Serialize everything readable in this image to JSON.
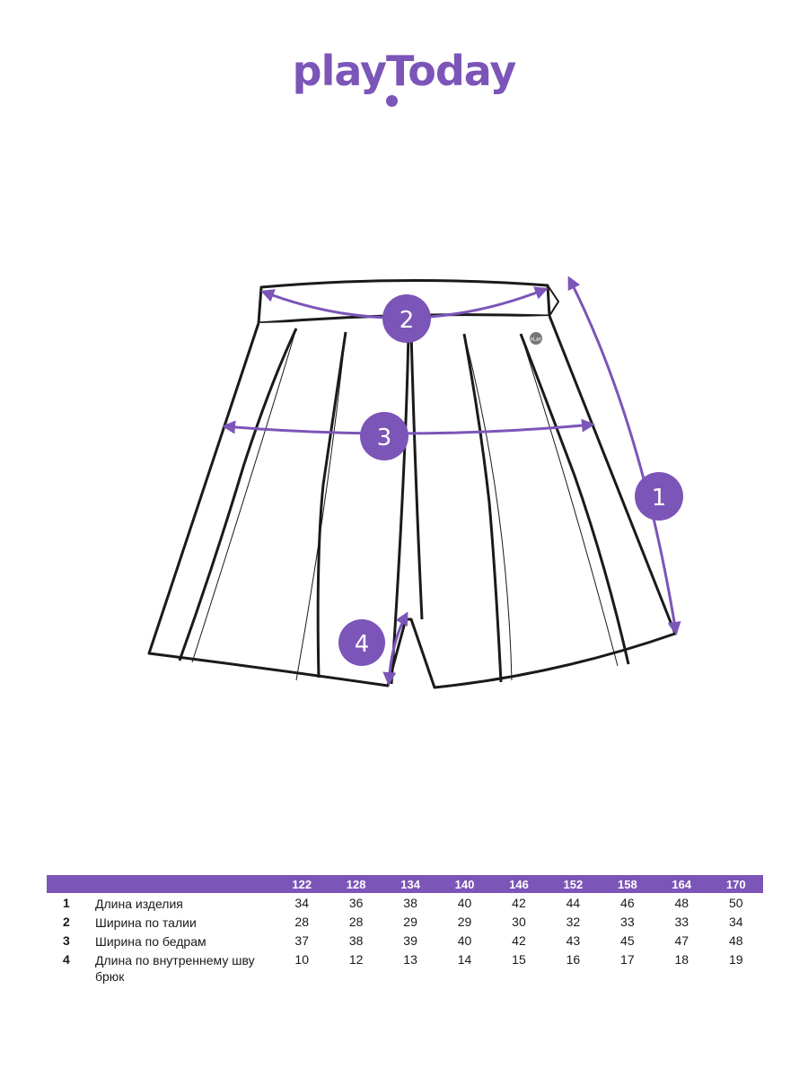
{
  "brand": {
    "logo_text": "playToday",
    "color": "#7c55b8"
  },
  "diagram": {
    "markers": [
      {
        "id": "1",
        "label": "1"
      },
      {
        "id": "2",
        "label": "2"
      },
      {
        "id": "3",
        "label": "3"
      },
      {
        "id": "4",
        "label": "4"
      }
    ],
    "button_badge": "PLAY"
  },
  "size_table": {
    "header_color": "#7c55b8",
    "sizes": [
      "122",
      "128",
      "134",
      "140",
      "146",
      "152",
      "158",
      "164",
      "170"
    ],
    "rows": [
      {
        "num": "1",
        "name": "Длина изделия",
        "values": [
          "34",
          "36",
          "38",
          "40",
          "42",
          "44",
          "46",
          "48",
          "50"
        ]
      },
      {
        "num": "2",
        "name": "Ширина по талии",
        "values": [
          "28",
          "28",
          "29",
          "29",
          "30",
          "32",
          "33",
          "33",
          "34"
        ]
      },
      {
        "num": "3",
        "name": "Ширина по бедрам",
        "values": [
          "37",
          "38",
          "39",
          "40",
          "42",
          "43",
          "45",
          "47",
          "48"
        ]
      },
      {
        "num": "4",
        "name": "Длина по внутреннему шву брюк",
        "values": [
          "10",
          "12",
          "13",
          "14",
          "15",
          "16",
          "17",
          "18",
          "19"
        ]
      }
    ]
  }
}
